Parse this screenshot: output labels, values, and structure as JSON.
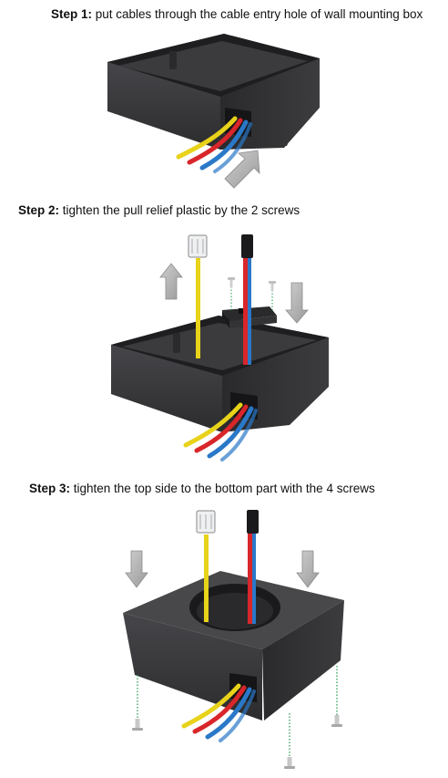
{
  "steps": [
    {
      "label": "Step 1:",
      "text": " put cables through the cable entry hole of wall mounting box"
    },
    {
      "label": "Step 2:",
      "text": " tighten the pull relief plastic by the 2 screws"
    },
    {
      "label": "Step 3:",
      "text": " tighten the top side to the bottom part with the 4 screws"
    }
  ],
  "colors": {
    "box": "#3a3a3c",
    "box_dark": "#2a2a2c",
    "box_light": "#4a4a4c",
    "wire_yellow": "#e8d21a",
    "wire_red": "#d8262a",
    "wire_blue": "#2a78c8",
    "arrow": "#b8b8b8",
    "screw_line": "#1a9a4a"
  }
}
